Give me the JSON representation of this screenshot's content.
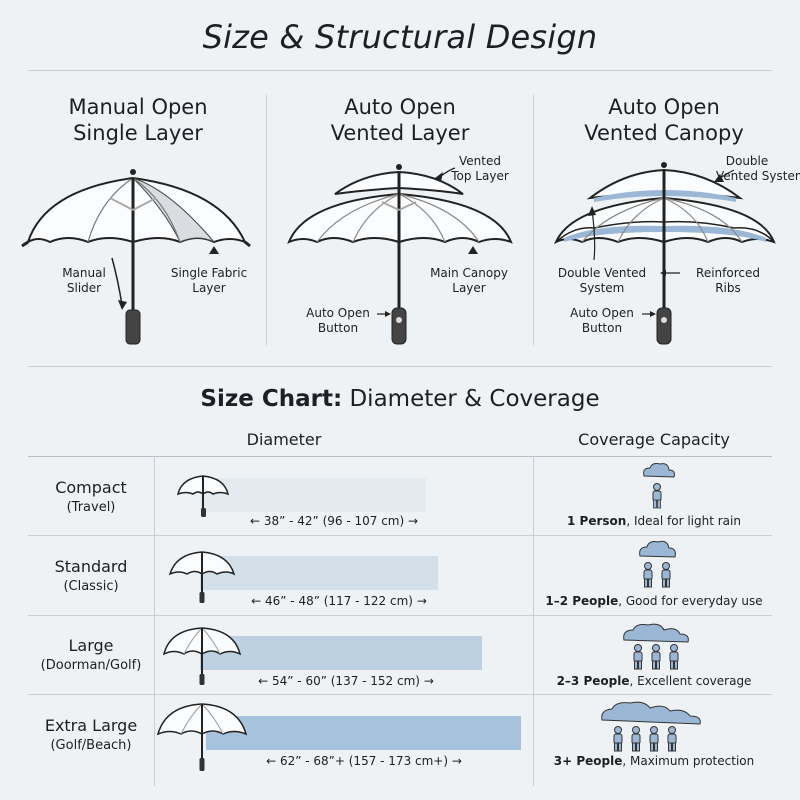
{
  "title": "Size & Structural Design",
  "designs": [
    {
      "title_line1": "Manual Open",
      "title_line2": "Single Layer",
      "labels": {
        "slider_line1": "Manual",
        "slider_line2": "Slider",
        "fabric_line1": "Single Fabric",
        "fabric_line2": "Layer"
      }
    },
    {
      "title_line1": "Auto Open",
      "title_line2": "Vented Layer",
      "labels": {
        "top_line1": "Vented",
        "top_line2": "Top Layer",
        "canopy_line1": "Main Canopy",
        "canopy_line2": "Layer",
        "button_line1": "Auto Open",
        "button_line2": "Button"
      }
    },
    {
      "title_line1": "Auto Open",
      "title_line2": "Vented Canopy",
      "labels": {
        "double_line1": "Double",
        "double_line2": "Vented System",
        "dv_line1": "Double Vented",
        "dv_line2": "System",
        "ribs_line1": "Reinforced",
        "ribs_line2": "Ribs",
        "button_line1": "Auto Open",
        "button_line2": "Button"
      }
    }
  ],
  "size_chart": {
    "title_bold": "Size Chart:",
    "title_rest": " Diameter & Coverage",
    "col_diameter": "Diameter",
    "col_coverage": "Coverage Capacity",
    "rows": [
      {
        "name": "Compact",
        "sub": "(Travel)",
        "range": "38” - 42” (96 - 107 cm)",
        "people_bold": "1 Person",
        "people_rest": ", Ideal for light rain",
        "people_count": 1
      },
      {
        "name": "Standard",
        "sub": "(Classic)",
        "range": "46” - 48” (117 - 122 cm)",
        "people_bold": "1–2 People",
        "people_rest": ", Good for everyday use",
        "people_count": 2
      },
      {
        "name": "Large",
        "sub": "(Doorman/Golf)",
        "range": "54” - 60” (137 - 152 cm)",
        "people_bold": "2–3 People",
        "people_rest": ", Excellent coverage",
        "people_count": 3
      },
      {
        "name": "Extra Large",
        "sub": "(Golf/Beach)",
        "range": "62” - 68”+ (157 - 173 cm+)",
        "people_bold": "3+ People",
        "people_rest": ", Maximum protection",
        "people_count": 4
      }
    ]
  }
}
